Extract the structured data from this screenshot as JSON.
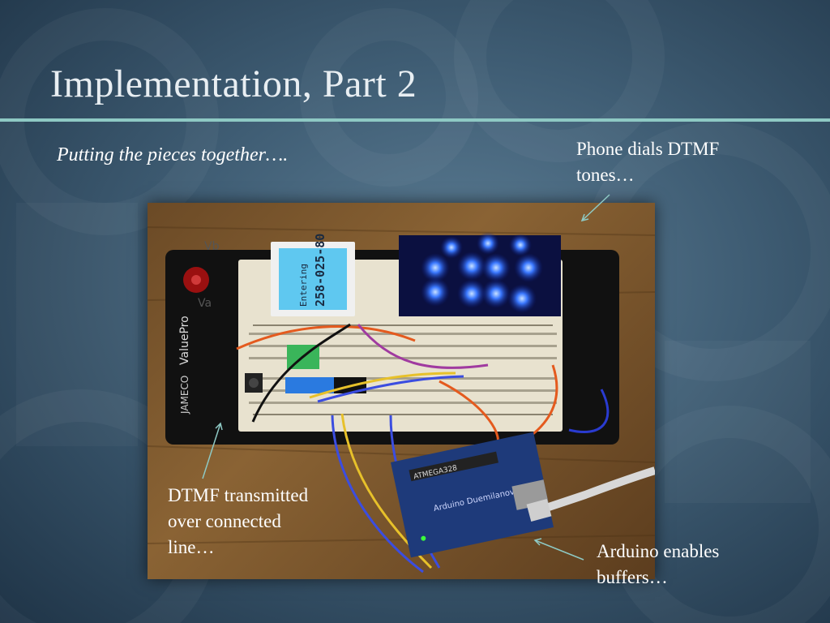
{
  "slide": {
    "title": "Implementation, Part 2",
    "subtitle": "Putting the pieces together….",
    "callouts": {
      "phone": [
        "Phone dials DTMF",
        "tones…"
      ],
      "dtmf": [
        "DTMF transmitted",
        "over connected",
        "line…"
      ],
      "arduino": [
        "Arduino enables",
        "buffers…"
      ]
    },
    "photo": {
      "lcd_line1": "Entering",
      "lcd_line2": "258-025-80",
      "board_label": "ValuePro",
      "brand_label": "JAMECO",
      "post_label_a": "Va",
      "post_label_b": "Vb",
      "chip_label": "ATMEGA328",
      "arduino_label": "Arduino Duemilanove"
    }
  },
  "colors": {
    "accent": "#8ec9c4",
    "led_blue": "#2f6bff",
    "lcd_screen": "#5fc8f0"
  }
}
